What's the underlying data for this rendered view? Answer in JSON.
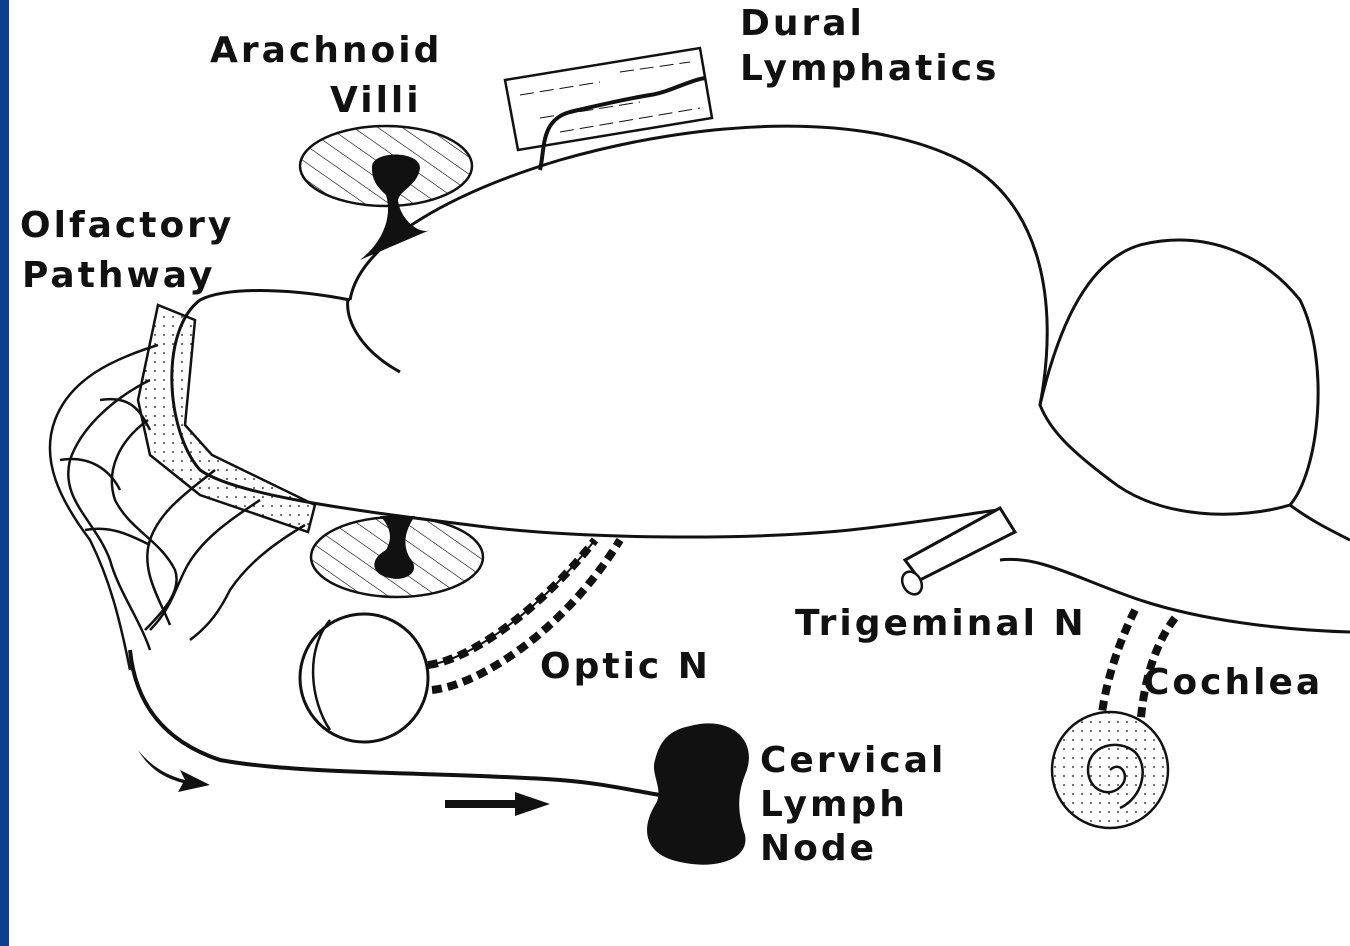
{
  "colors": {
    "sidebar": "#0d3f8c",
    "ink": "#111111",
    "background": "#ffffff"
  },
  "labels": {
    "arachnoid_line1": "Arachnoid",
    "arachnoid_line2": "Villi",
    "dural_line1": "Dural",
    "dural_line2": "Lymphatics",
    "olfactory_line1": "Olfactory",
    "olfactory_line2": "Pathway",
    "optic": "Optic N",
    "trigeminal": "Trigeminal N",
    "cochlea": "Cochlea",
    "cervical_line1": "Cervical",
    "cervical_line2": "Lymph",
    "cervical_line3": "Node"
  }
}
